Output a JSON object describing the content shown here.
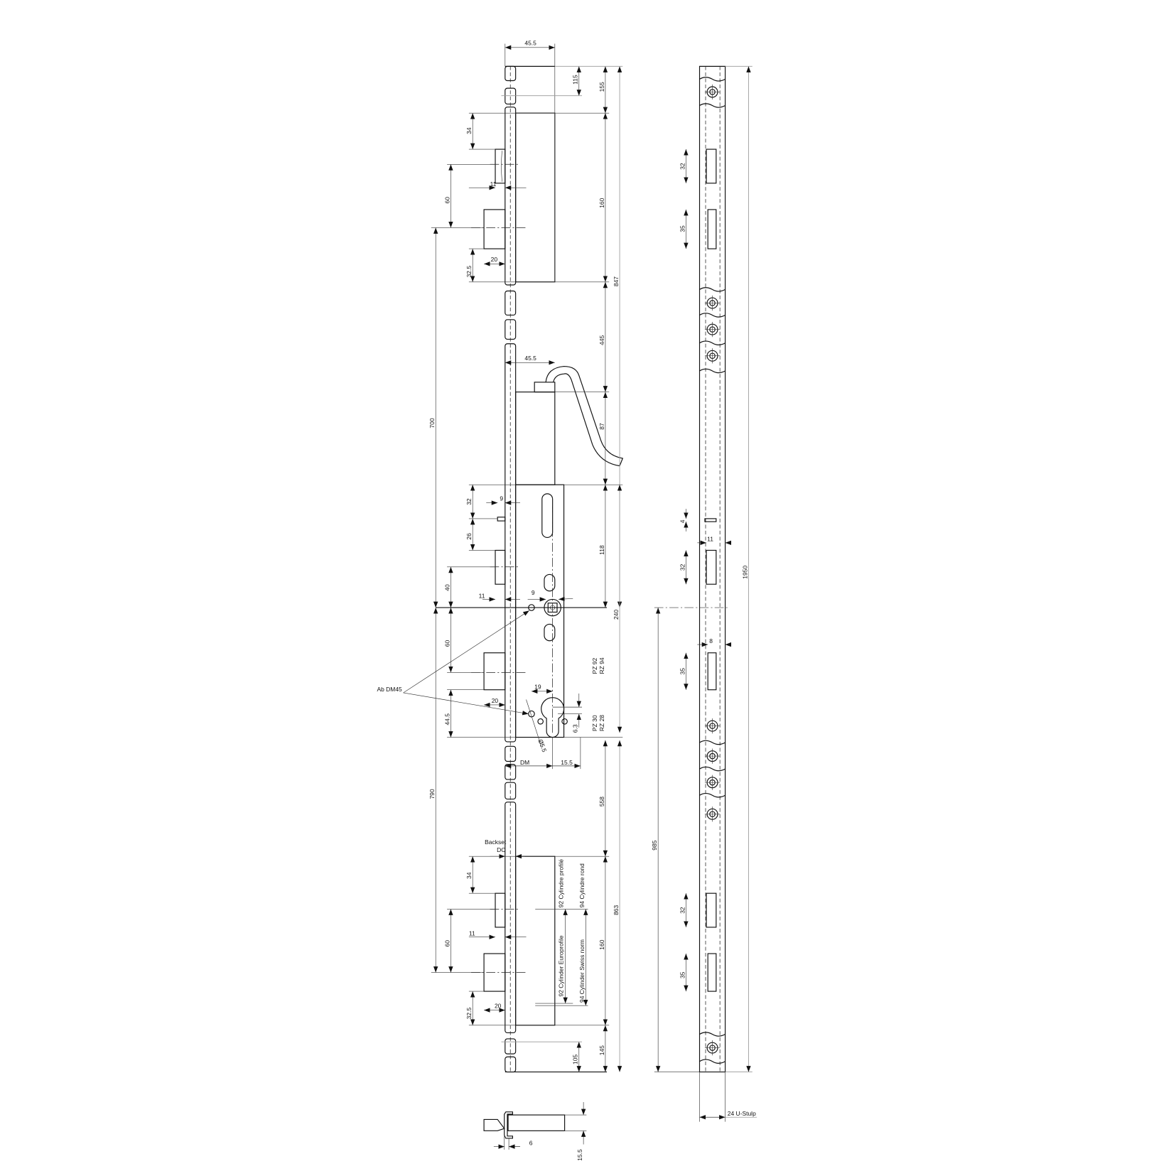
{
  "title": "Multipoint lock technical drawing",
  "dims": {
    "top_width": "45.5",
    "d115": "115",
    "d155": "155",
    "d160_top": "160",
    "d847": "847",
    "d34_top": "34",
    "d11_top": "11",
    "d60_top": "60",
    "d20_top": "20",
    "d32_5_top": "32.5",
    "d700": "700",
    "d445": "445",
    "gear_width": "45.5",
    "d87": "87",
    "d32_mid": "32",
    "d9_mid": "9",
    "d26_mid": "26",
    "d118": "118",
    "d40_mid": "40",
    "d11_mid": "11",
    "d9_spindle": "9",
    "d240": "240",
    "d60_mid": "60",
    "d20_mid": "20",
    "d44_5": "44.5",
    "d19": "19",
    "d6_3": "6.3",
    "pz92": "PZ 92",
    "rz94": "RZ 94",
    "pz30": "PZ 30",
    "rz28": "RZ 28",
    "dia5_5": "Ø5.5",
    "dm": "DM",
    "d15_5": "15.5",
    "ab_dm45": "Ab DM45",
    "d790": "790",
    "d558": "558",
    "backset": "Backset",
    "dc": "DC",
    "d863": "863",
    "d34_bot": "34",
    "d60_bot": "60",
    "d11_bot": "11",
    "d20_bot": "20",
    "d32_5_bot": "32.5",
    "d160_bot": "160",
    "d145": "145",
    "d105": "105",
    "cyl92_profile": "92 Cylindre profilé",
    "cyl94_rond": "94 Cylindre rond",
    "cyl92_euro": "92 Cylinder Europrofile",
    "cyl94_swiss": "94 Cylinder Swiss norm",
    "r32_a": "32",
    "r35_a": "35",
    "r4": "4",
    "r11": "11",
    "r32_b": "32",
    "r8": "8",
    "r35_b": "35",
    "r32_c": "32",
    "r35_c": "35",
    "r1950": "1950",
    "r985": "985",
    "u_stulp": "24 U-Stulp",
    "s6": "6",
    "s15_5": "15.5"
  }
}
